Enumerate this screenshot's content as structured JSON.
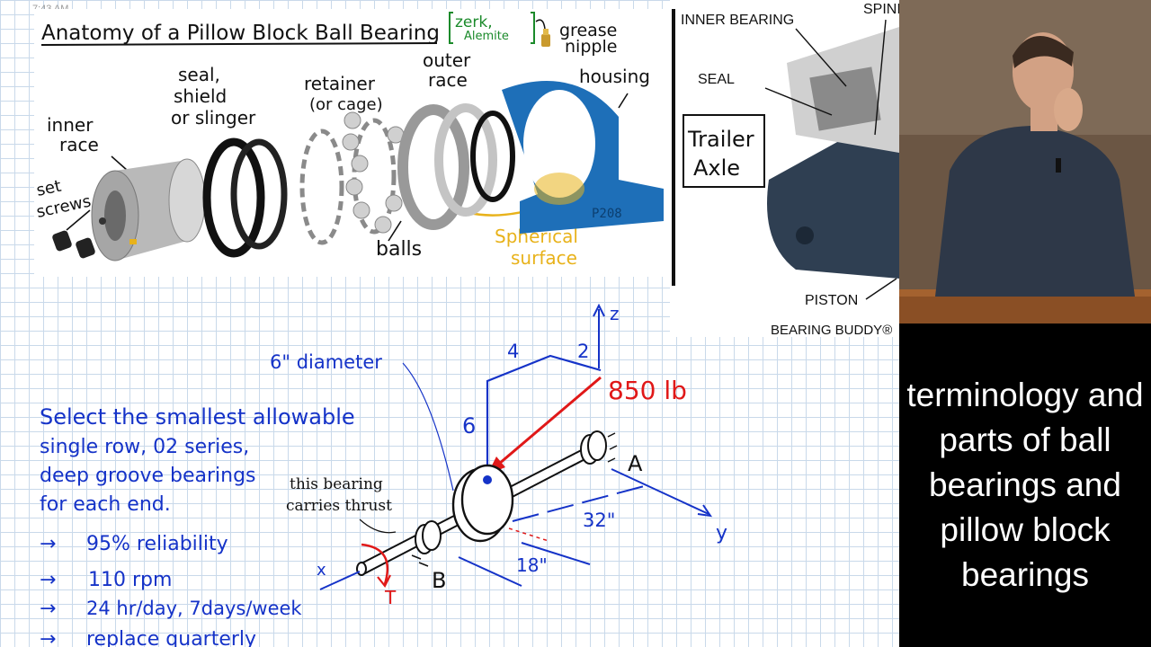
{
  "clock": "7:43 AM",
  "anatomy": {
    "title": "Anatomy of a Pillow Block Ball Bearing",
    "zerk": "zerk,",
    "alemite": "Alemite",
    "grease_1": "grease",
    "grease_2": "nipple",
    "seal_1": "seal,",
    "seal_2": "shield",
    "seal_3": "or slinger",
    "retainer_1": "retainer",
    "retainer_2": "(or cage)",
    "outer_1": "outer",
    "outer_2": "race",
    "housing": "housing",
    "inner_1": "inner",
    "inner_2": "race",
    "set_1": "set",
    "set_2": "screws",
    "balls": "balls",
    "spherical_1": "Spherical",
    "spherical_2": "surface",
    "housing_code": "P208"
  },
  "trailer": {
    "inner_bearing": "INNER BEARING",
    "spindle": "SPINI",
    "seal": "SEAL",
    "box_1": "Trailer",
    "box_2": "Axle",
    "piston": "PISTON",
    "buddy": "BEARING BUDDY®"
  },
  "problem": {
    "line1": "Select the smallest allowable",
    "line2": "single row, 02 series,",
    "line3": "deep groove bearings",
    "line4": "for each end.",
    "req1": "95% reliability",
    "req2": "110 rpm",
    "req3": "24 hr/day, 7days/week",
    "req4": "replace quarterly",
    "arrow": "→"
  },
  "diagram": {
    "diameter": "6\" diameter",
    "dim4": "4",
    "dim2": "2",
    "axis_z": "z",
    "axis_y": "y",
    "axis_x": "x",
    "force": "850 lb",
    "dim6": "6",
    "point_a": "A",
    "point_b": "B",
    "thrust_1": "this bearing",
    "thrust_2": "carries thrust",
    "dim32": "32\"",
    "dim18": "18\"",
    "torque": "T"
  },
  "caption": "terminology and parts of ball bearings and pillow block bearings",
  "colors": {
    "ink_black": "#111111",
    "ink_blue": "#1533c8",
    "ink_red": "#e01818",
    "ink_green": "#1a8a2a",
    "ink_gold": "#e8b21a",
    "housing_blue": "#1e6fb8",
    "grid": "#c9d9ea"
  }
}
